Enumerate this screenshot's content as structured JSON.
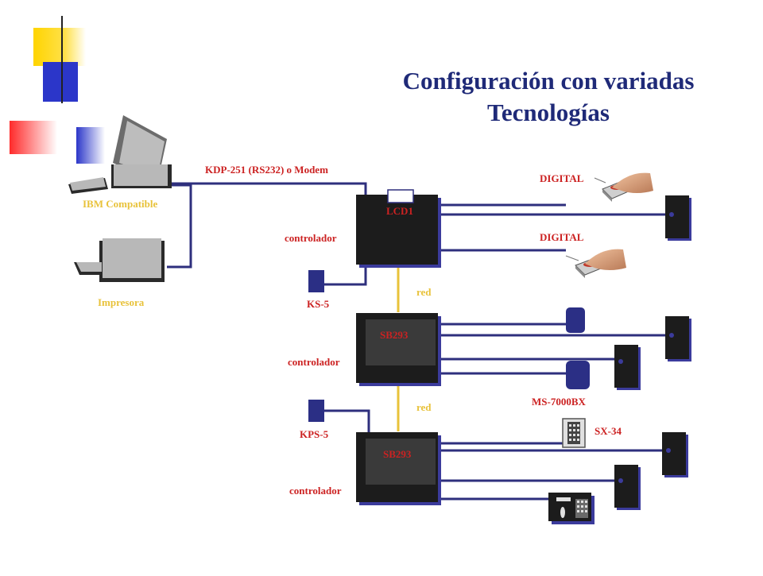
{
  "title": {
    "line1": "Configuración con variadas",
    "line2": "Tecnologías"
  },
  "labels": {
    "ibm": "IBM Compatible",
    "printer": "Impresora",
    "link": "KDP-251 (RS232) o Modem",
    "lcd": "LCD1",
    "ctrl1": "controlador",
    "ctrl2": "controlador",
    "ctrl3": "controlador",
    "ks5": "KS-5",
    "kps5": "KPS-5",
    "red1": "red",
    "red2": "red",
    "sb1": "SB293",
    "sb2": "SB293",
    "digital1": "DIGITAL",
    "digital2": "DIGITAL",
    "ms7000": "MS-7000BX",
    "sx34": "SX-34"
  },
  "colors": {
    "title": "#1f2a78",
    "wire": "#2e2f7d",
    "gold": "#e8c23a",
    "device": "#1c1c1c",
    "red_label": "#cc2222"
  },
  "icons": [
    "computer-icon",
    "printer-icon",
    "fingerprint-reader-icon",
    "door-reader-icon",
    "keypad-icon",
    "proximity-reader-icon",
    "phone-keypad-icon"
  ]
}
